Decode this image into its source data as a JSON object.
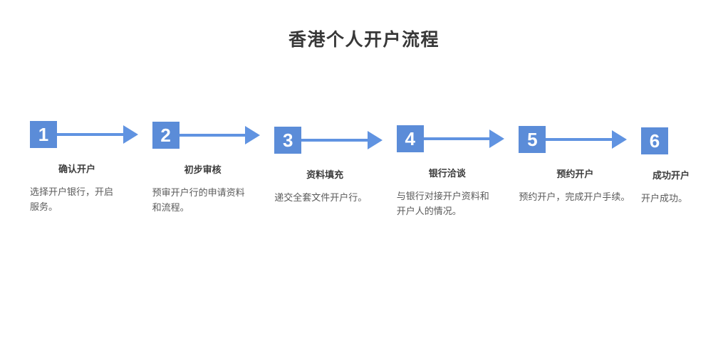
{
  "page": {
    "title": "香港个人开户流程"
  },
  "colors": {
    "heading": "#383838",
    "box_blue": "#5b8cd8",
    "arrow_blue": "#6093e1",
    "step_title": "#3c3c3c",
    "step_desc": "#5a5a5a",
    "background": "#ffffff"
  },
  "steps": [
    {
      "number": "1",
      "title": "确认开户",
      "description": "选择开户银行，开启\n服务。"
    },
    {
      "number": "2",
      "title": "初步审核",
      "description": "预审开户行的申请资料\n和流程。"
    },
    {
      "number": "3",
      "title": "资料填充",
      "description": "递交全套文件开户行。"
    },
    {
      "number": "4",
      "title": "银行洽谈",
      "description": "与银行对接开户资料和\n开户人的情况。"
    },
    {
      "number": "5",
      "title": "预约开户",
      "description": "预约开户，完成开户手续。"
    },
    {
      "number": "6",
      "title": "成功开户",
      "description": "开户成功。"
    }
  ]
}
